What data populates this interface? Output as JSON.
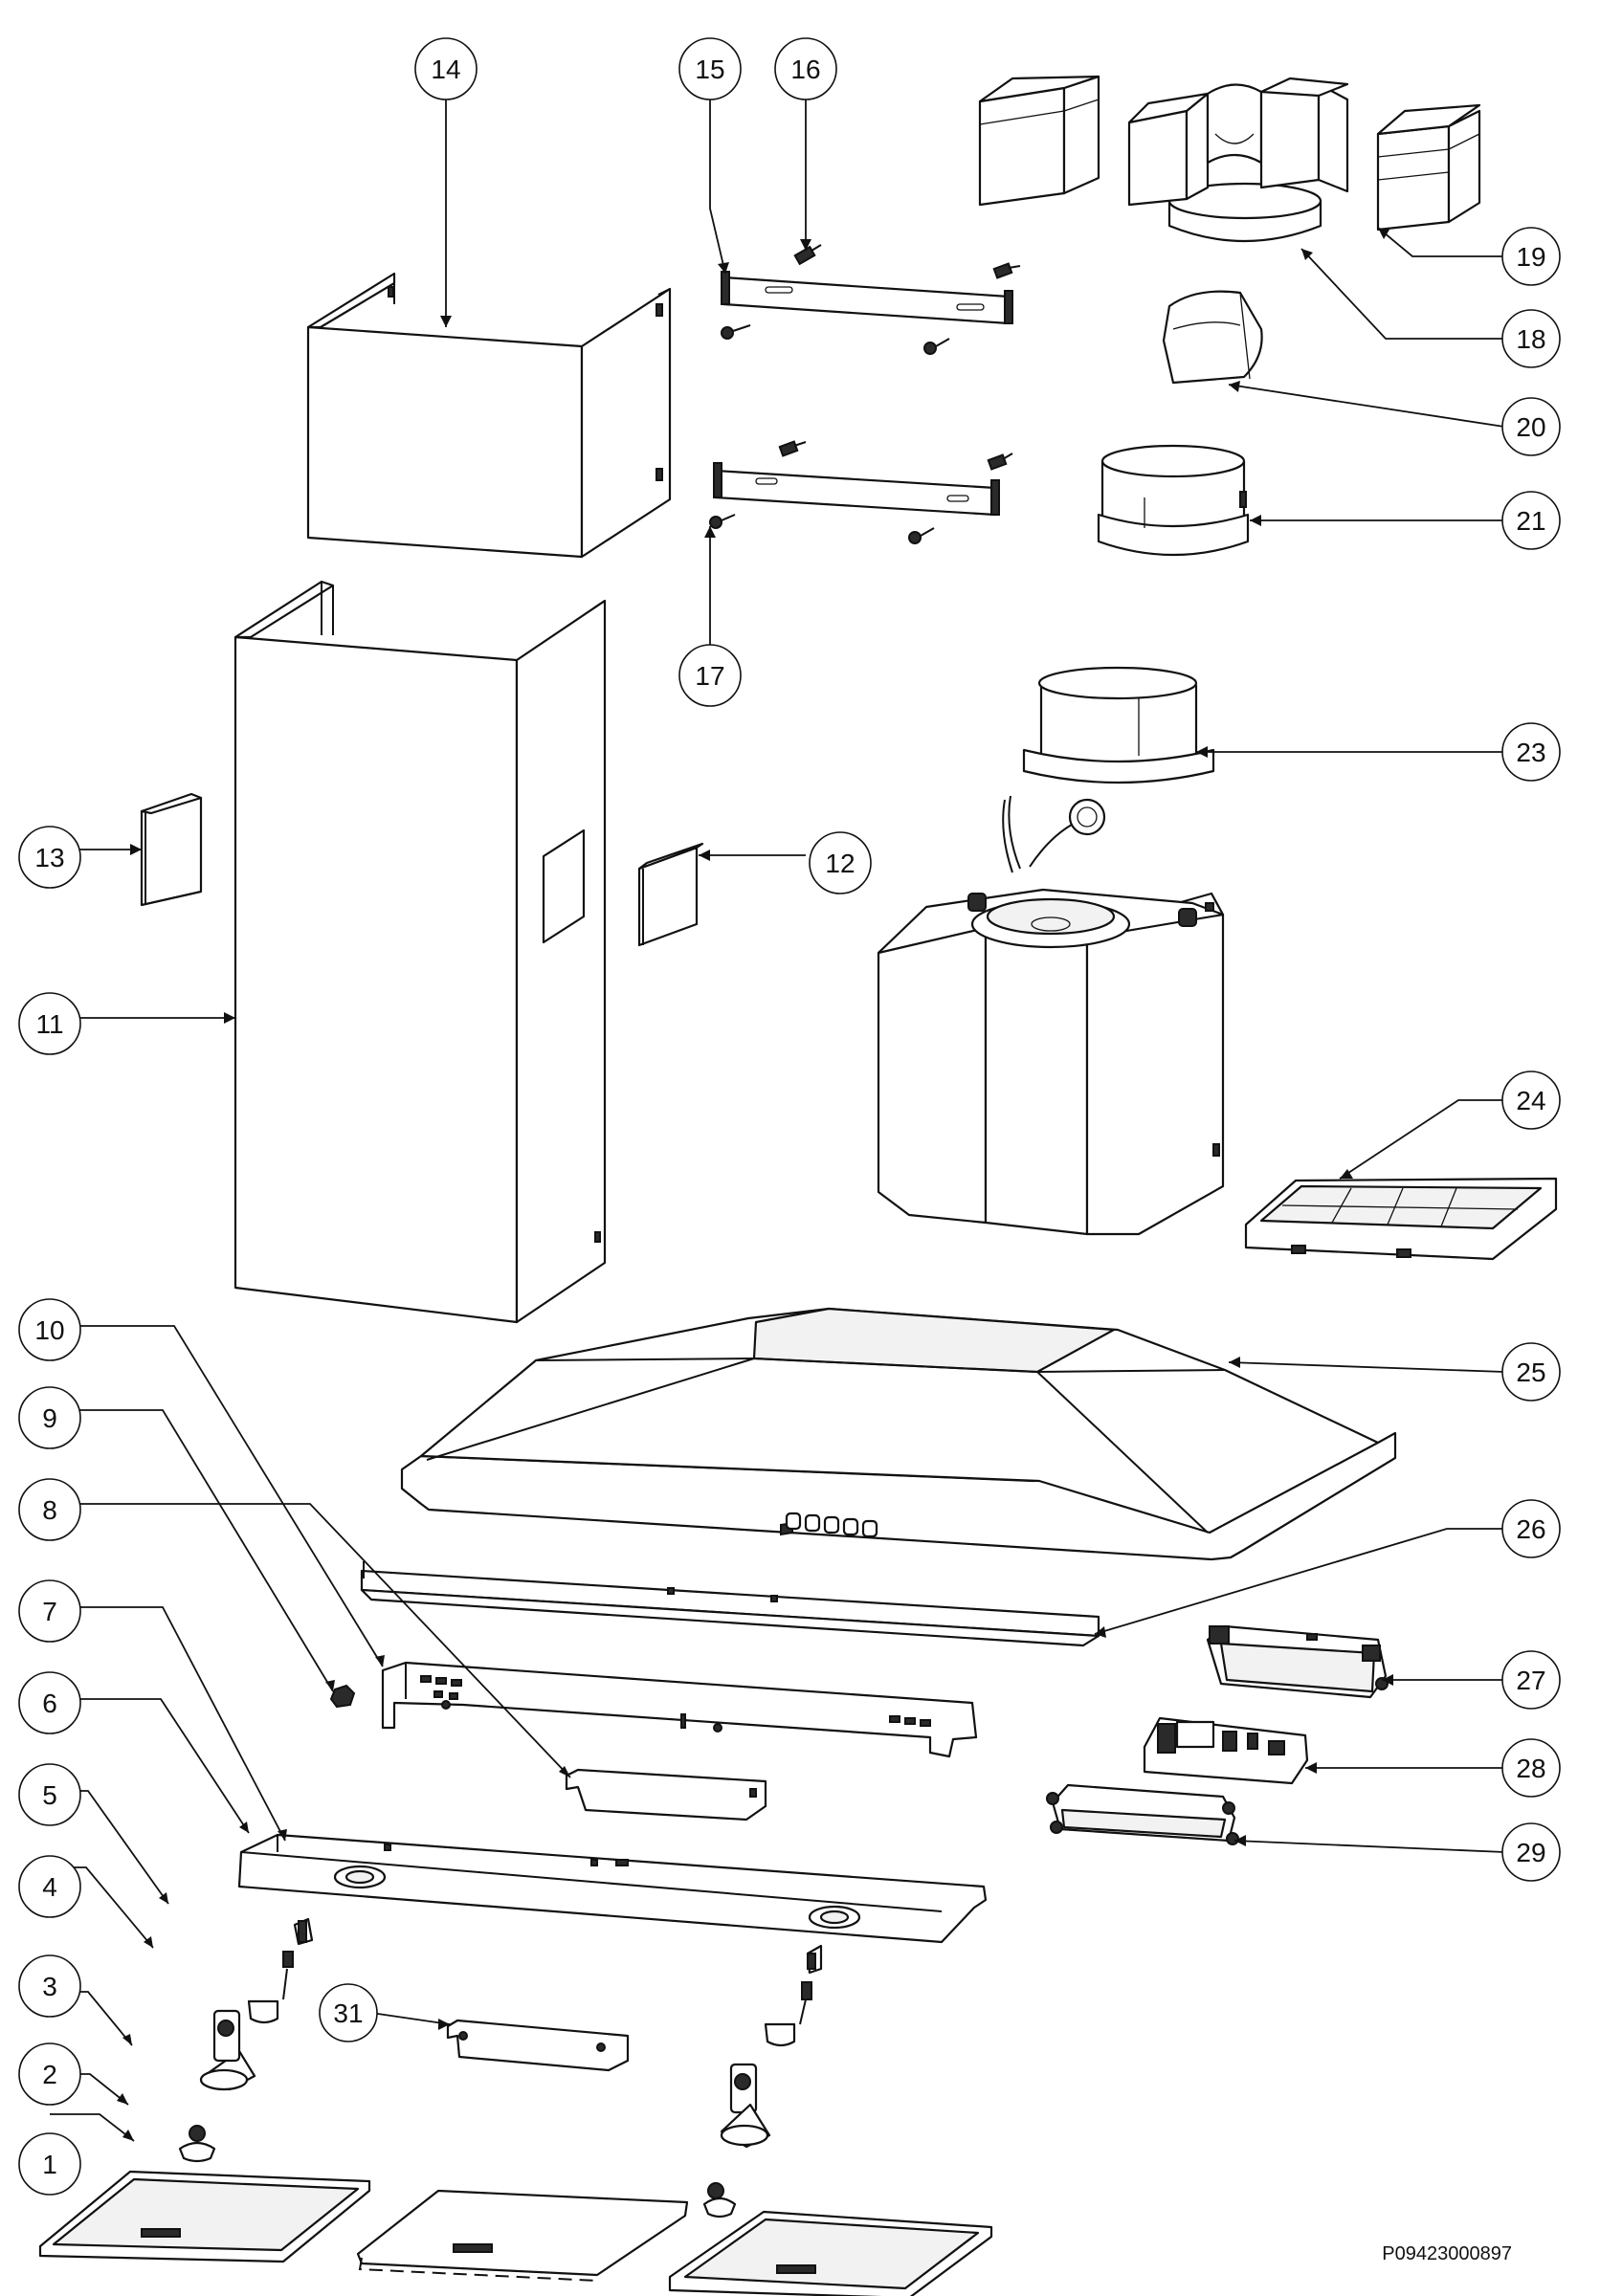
{
  "diagram": {
    "callouts": [
      "1",
      "2",
      "3",
      "4",
      "5",
      "6",
      "7",
      "8",
      "9",
      "10",
      "11",
      "12",
      "13",
      "14",
      "15",
      "16",
      "17",
      "18",
      "19",
      "20",
      "21",
      "23",
      "24",
      "25",
      "26",
      "27",
      "28",
      "29",
      "31"
    ],
    "drawing_code": "P09423000897"
  },
  "colors": {
    "line": "#111111",
    "background": "#ffffff",
    "panel": "#f4f4f4",
    "dark": "#2a2a2a"
  }
}
